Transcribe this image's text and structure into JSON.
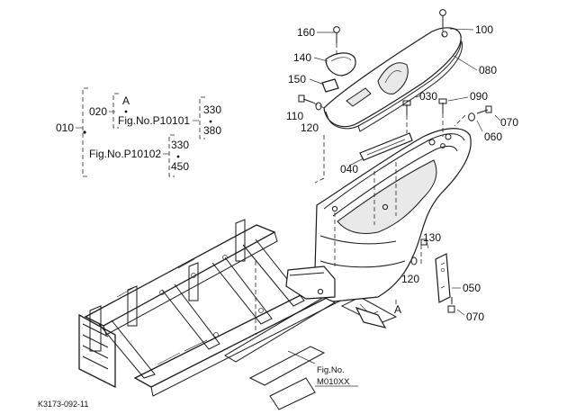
{
  "callouts": {
    "p010": "010",
    "p020": "020",
    "p030": "030",
    "p040": "040",
    "p050": "050",
    "p060": "060",
    "p070a": "070",
    "p070b": "070",
    "p080": "080",
    "p090": "090",
    "p100": "100",
    "p110": "110",
    "p120a": "120",
    "p120b": "120",
    "p130": "130",
    "p140": "140",
    "p150": "150",
    "p160": "160"
  },
  "tree": {
    "ref_a": "A",
    "fig1": "Fig.No.P10101",
    "fig1_top": "330",
    "fig1_bottom": "380",
    "fig2": "Fig.No.P10102",
    "fig2_top": "330",
    "fig2_bottom": "450"
  },
  "point_a": "A",
  "fig_ref": {
    "line1": "Fig.No.",
    "line2": "M010XX"
  },
  "drawing_code": "K3173-092-11",
  "colors": {
    "line": "#1a1a1a",
    "background": "#ffffff"
  }
}
